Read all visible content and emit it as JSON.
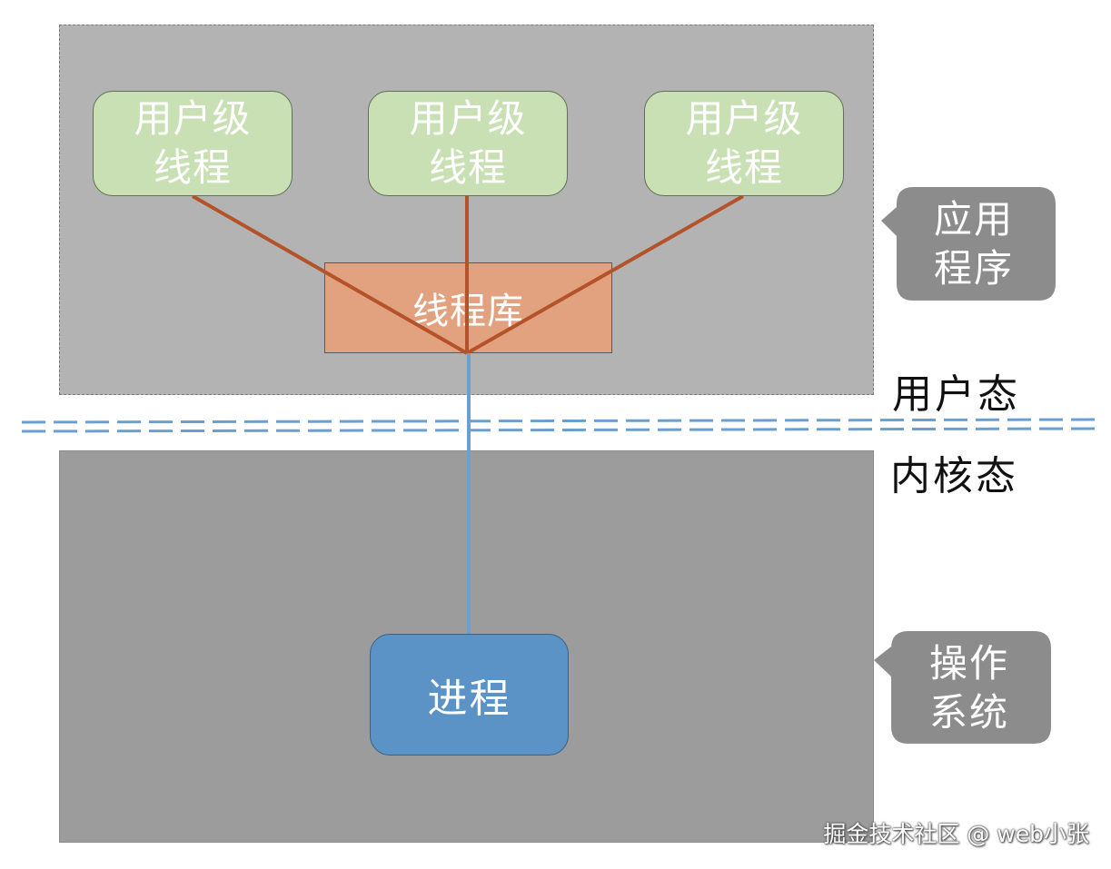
{
  "diagram": {
    "user_threads": [
      {
        "label": "用户级线程"
      },
      {
        "label": "用户级线程"
      },
      {
        "label": "用户级线程"
      }
    ],
    "thread_library": {
      "label": "线程库"
    },
    "process": {
      "label": "进程"
    },
    "application_callout": {
      "label": "应用程序"
    },
    "os_callout": {
      "label": "操作系统"
    },
    "user_mode_label": "用户态",
    "kernel_mode_label": "内核态",
    "colors": {
      "user_region": "#b3b3b3",
      "kernel_region": "#9c9c9c",
      "thread_box": "#c9e0b4",
      "library_box": "#e2a17f",
      "process_box": "#5b93c7",
      "thread_connector": "#b4532a",
      "process_connector": "#6b9fd0",
      "divider": "#6b9fd0",
      "callout": "#8c8c8c"
    }
  },
  "watermark": "掘金技术社区 @ web小张"
}
